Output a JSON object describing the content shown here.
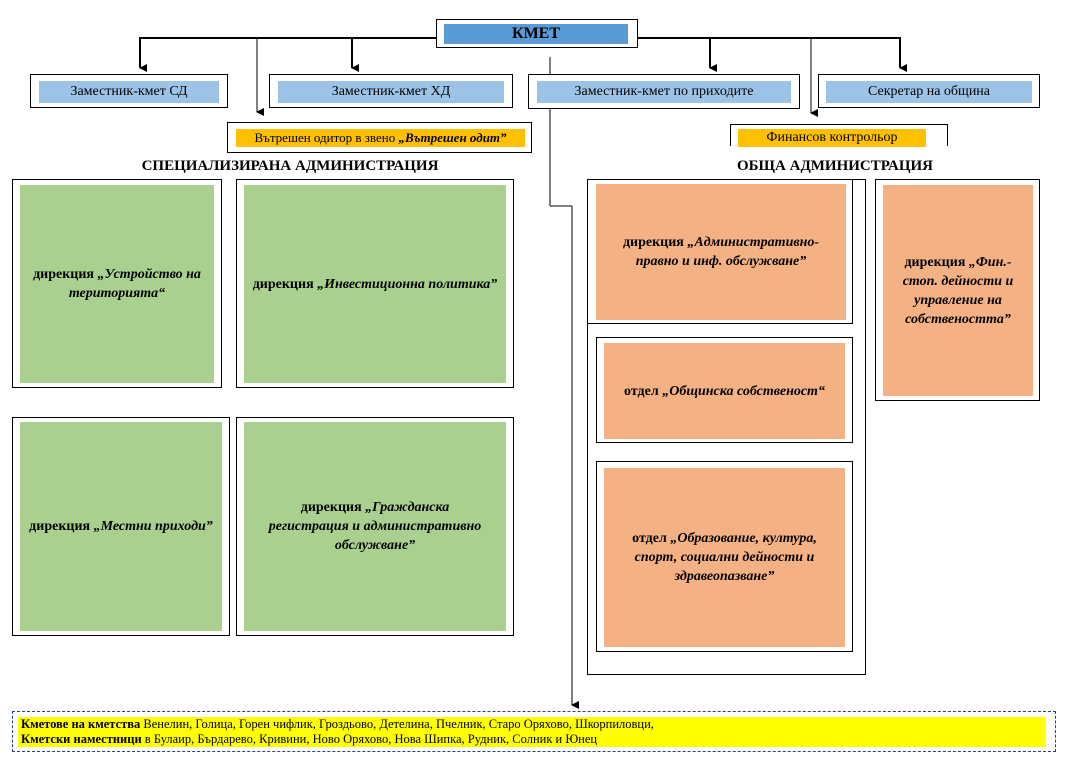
{
  "mayor": {
    "label": "КМЕТ"
  },
  "deputies": {
    "sd": "Заместник-кмет СД",
    "hd": "Заместник-кмет ХД",
    "revenue": "Заместник-кмет по приходите",
    "secretary": "Секретар на община"
  },
  "auditor": {
    "prefix": "Вътрешен одитор в звено ",
    "title": "„Вътрешен одит”"
  },
  "controller": {
    "label": "Финансов контрольор"
  },
  "specialized": {
    "heading": "СПЕЦИАЛИЗИРАНА АДМИНИСТРАЦИЯ",
    "units": [
      {
        "prefix": "дирекция ",
        "title": "„Устройство на територията“"
      },
      {
        "prefix": "дирекция ",
        "title": "„Инвестиционна политика”"
      },
      {
        "prefix": "дирекция ",
        "title": "„Местни приходи”"
      },
      {
        "prefix": "дирекция ",
        "title": "„Гражданска регистрация и административно обслужване”"
      }
    ]
  },
  "general": {
    "heading": "ОБЩА АДМИНИСТРАЦИЯ",
    "units": [
      {
        "prefix": "дирекция ",
        "title": "„Административно-правно и инф. обслужване”"
      },
      {
        "prefix": "отдел ",
        "title": "„Общинска собственост“"
      },
      {
        "prefix": "отдел ",
        "title": "„Образование, култура, спорт, социални дейности и здравеопазване”"
      },
      {
        "prefix": "дирекция ",
        "title": "„Фин.-стоп. дейности и управление на собствеността”"
      }
    ]
  },
  "footer": {
    "line1_label": "Кметове на кметства",
    "line1_text": " Венелин, Голица, Горен чифлик, Гроздьово, Детелина, Пчелник, Старо Оряхово, Шкорпиловци,",
    "line2_label": "Кметски наместници",
    "line2_text": " в Булаир, Бърдарево, Кривини, Ново Оряхово, Нова Шипка, Рудник, Солник и Юнец"
  }
}
